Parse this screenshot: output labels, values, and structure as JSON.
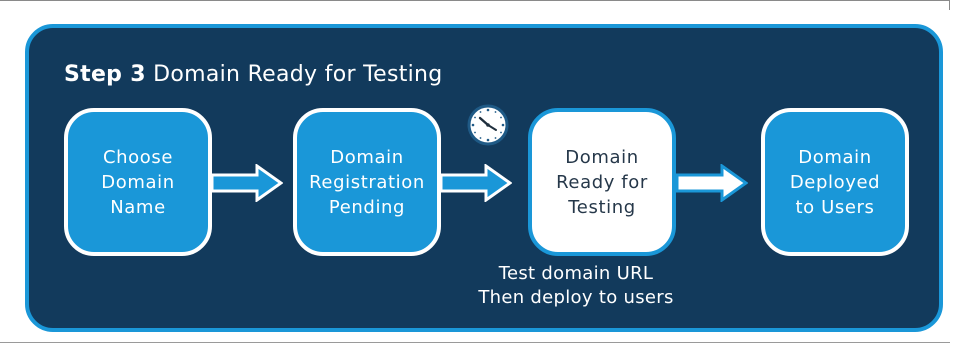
{
  "diagram": {
    "title": {
      "step": "Step 3",
      "text": "Domain Ready for Testing"
    },
    "steps": [
      {
        "label": "Choose\nDomain\nName"
      },
      {
        "label": "Domain\nRegistration\nPending"
      },
      {
        "label": "Domain\nReady for\nTesting"
      },
      {
        "label": "Domain\nDeployed\nto Users"
      }
    ],
    "caption": "Test domain URL\nThen deploy to users",
    "icons": {
      "clock": "clock-icon",
      "arrow": "right-arrow-icon"
    },
    "colors": {
      "panel": "#123a5c",
      "accent": "#1a97d8",
      "box_text": "#ffffff",
      "highlight_text": "#26384a"
    }
  }
}
